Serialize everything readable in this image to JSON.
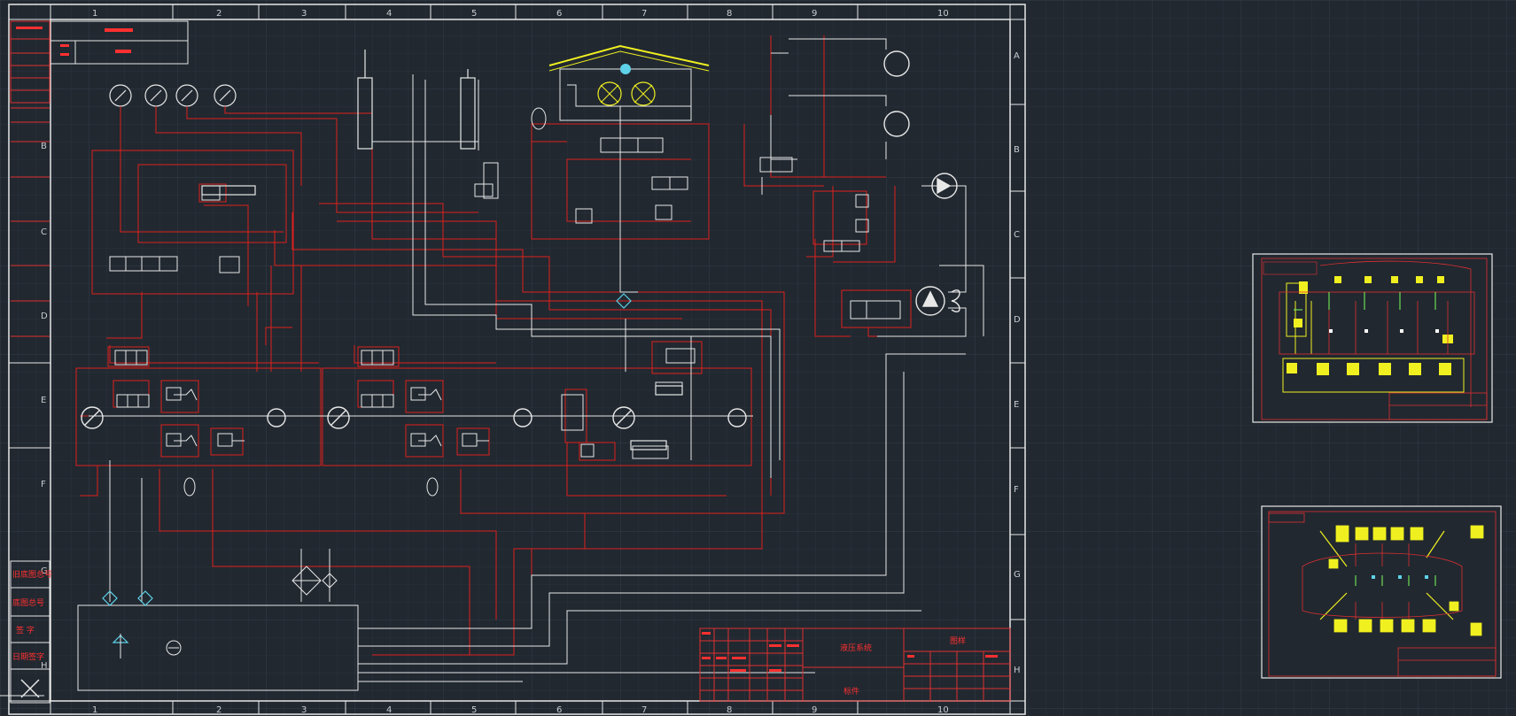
{
  "drawing": {
    "column_labels": [
      "1",
      "2",
      "3",
      "4",
      "5",
      "6",
      "7",
      "8",
      "9",
      "10"
    ],
    "row_labels": [
      "A",
      "B",
      "C",
      "D",
      "E",
      "F",
      "G",
      "H"
    ],
    "title_block": {
      "cell_main": "液压系统",
      "cell_name": "图样",
      "cell_sub": "标件"
    },
    "side_labels": [
      "旧底图总号",
      "底图总号",
      "签 字",
      "日期签字"
    ]
  },
  "thumbnails": [
    "sheet-thumb-1",
    "sheet-thumb-2"
  ],
  "colors": {
    "background": "#212830",
    "grid": "#2a323c",
    "frame": "#e8e8e8",
    "hydraulic_red": "#e0201c",
    "hydraulic_white": "#e8e8e8",
    "accent_yellow": "#f0f020",
    "accent_cyan": "#5ed2e8"
  }
}
